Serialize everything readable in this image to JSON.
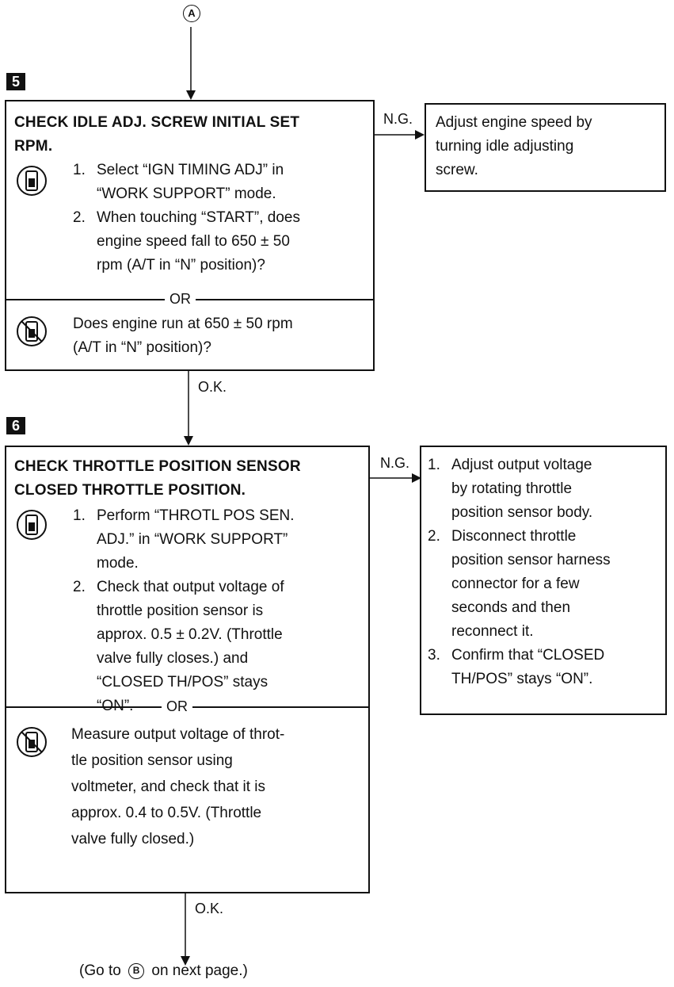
{
  "connectors": {
    "top": "A",
    "bottom_note_prefix": "(Go to",
    "bottom_symbol": "B",
    "bottom_note_suffix": "on next page.)"
  },
  "step5": {
    "number": "5",
    "title_line1": "CHECK IDLE ADJ. SCREW INITIAL SET",
    "title_line2": "RPM.",
    "with_tool_items": [
      {
        "num": "1.",
        "lines": [
          "Select “IGN TIMING ADJ” in",
          "“WORK SUPPORT” mode."
        ]
      },
      {
        "num": "2.",
        "lines": [
          "When touching “START”, does",
          "engine speed fall to 650 ± 50",
          "rpm (A/T in “N” position)?"
        ]
      }
    ],
    "or_label": "OR",
    "without_tool_lines": [
      "Does engine run at 650 ± 50 rpm",
      "(A/T in “N” position)?"
    ],
    "ng_label": "N.G.",
    "ok_label": "O.K.",
    "ng_action_lines": [
      "Adjust engine speed by",
      "turning idle adjusting",
      "screw."
    ]
  },
  "step6": {
    "number": "6",
    "title_line1": "CHECK THROTTLE POSITION SENSOR",
    "title_line2": "CLOSED THROTTLE POSITION.",
    "with_tool_items": [
      {
        "num": "1.",
        "lines": [
          "Perform “THROTL POS SEN.",
          "ADJ.” in “WORK SUPPORT”",
          "mode."
        ]
      },
      {
        "num": "2.",
        "lines": [
          "Check that output voltage of",
          "throttle position sensor is",
          "approx. 0.5 ± 0.2V. (Throttle",
          "valve fully closes.) and",
          "“CLOSED TH/POS” stays",
          "“ON”."
        ]
      }
    ],
    "or_label": "OR",
    "without_tool_lines": [
      "Measure output voltage of throt-",
      "tle position sensor using",
      "voltmeter, and check that it is",
      "approx. 0.4 to 0.5V. (Throttle",
      "valve fully closed.)"
    ],
    "ng_label": "N.G.",
    "ok_label": "O.K.",
    "ng_action_items": [
      {
        "num": "1.",
        "lines": [
          "Adjust output voltage",
          "by rotating throttle",
          "position sensor body."
        ]
      },
      {
        "num": "2.",
        "lines": [
          "Disconnect throttle",
          "position sensor harness",
          "connector for a few",
          "seconds and then",
          "reconnect it."
        ]
      },
      {
        "num": "3.",
        "lines": [
          "Confirm that “CLOSED",
          "TH/POS” stays “ON”."
        ]
      }
    ]
  },
  "icons": {
    "with_tool": "consult-tester-icon",
    "without_tool": "no-consult-tester-icon"
  }
}
